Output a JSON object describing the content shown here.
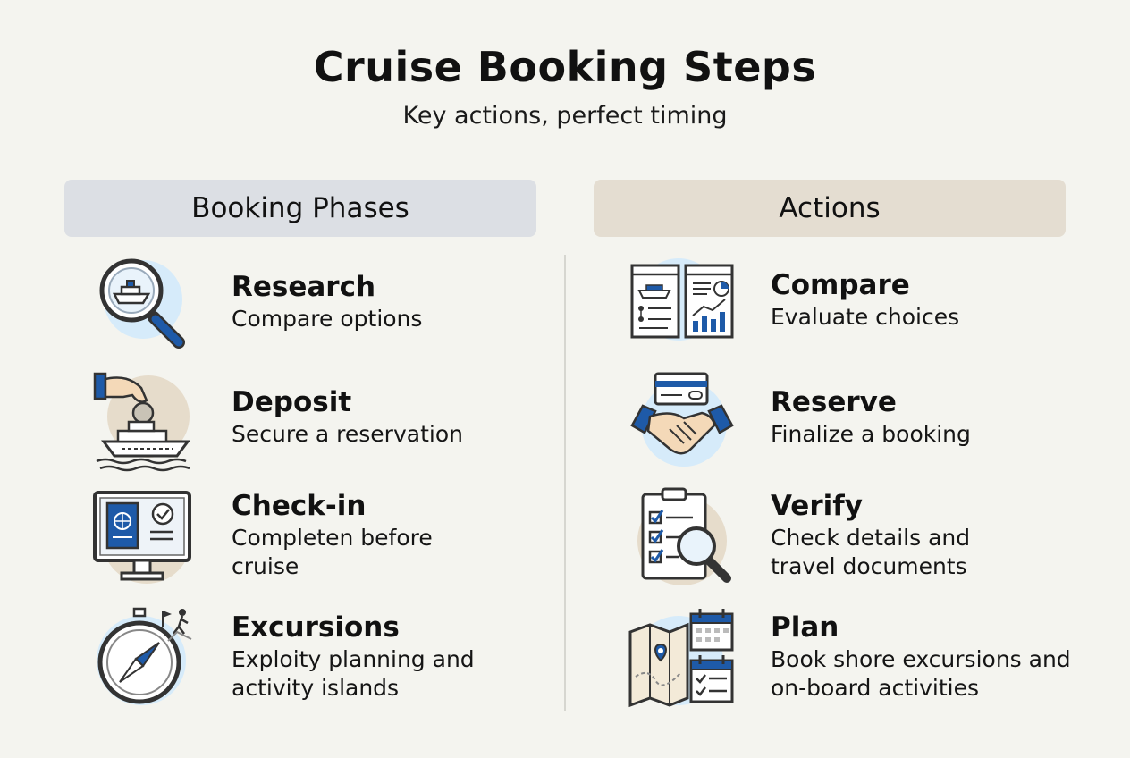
{
  "title": "Cruise Booking Steps",
  "subtitle": "Key actions, perfect timing",
  "columns": {
    "left_header": "Booking Phases",
    "right_header": "Actions"
  },
  "left_items": [
    {
      "icon": "magnifier-ship-icon",
      "title": "Research",
      "desc": "Compare options"
    },
    {
      "icon": "hand-coin-ship-icon",
      "title": "Deposit",
      "desc": "Secure a reservation"
    },
    {
      "icon": "monitor-passport-icon",
      "title": "Check-in",
      "desc": "Completen before cruise"
    },
    {
      "icon": "compass-hiker-icon",
      "title": "Excursions",
      "desc": "Exploity planning and activity islands"
    }
  ],
  "right_items": [
    {
      "icon": "documents-chart-icon",
      "title": "Compare",
      "desc": "Evaluate choices"
    },
    {
      "icon": "handshake-card-icon",
      "title": "Reserve",
      "desc": "Finalize a booking"
    },
    {
      "icon": "clipboard-magnifier-icon",
      "title": "Verify",
      "desc": "Check details and travel documents"
    },
    {
      "icon": "map-calendar-icon",
      "title": "Plan",
      "desc": "Book shore excursions and on-board activities"
    }
  ],
  "colors": {
    "accent_blue": "#1e5aa8",
    "icon_bg_blue": "#d6ebfa",
    "icon_bg_tan": "#e6dccb",
    "outline": "#333333"
  }
}
